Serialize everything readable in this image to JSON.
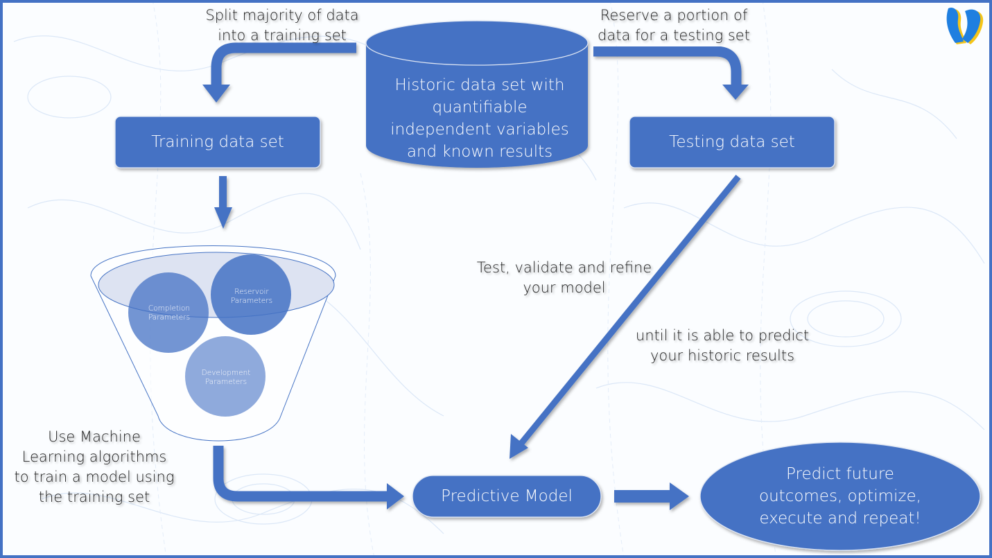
{
  "colors": {
    "primary": "#4472c4",
    "light": "#8faadc",
    "border": "#4472c4",
    "text": "#222222",
    "white": "#ffffff"
  },
  "logo": {
    "icon": "company-logo-icon"
  },
  "cylinder": {
    "text": "Historic data set with\nquantifiable\nindependent variables\nand known results"
  },
  "training_box": {
    "text": "Training data set"
  },
  "testing_box": {
    "text": "Testing data set"
  },
  "split_label": "Split majority of data\ninto a training set",
  "reserve_label": "Reserve a portion of\ndata for a testing set",
  "funnel": {
    "circles": [
      {
        "text": "Completion\nParameters"
      },
      {
        "text": "Reservoir\nParameters"
      },
      {
        "text": "Development\nParameters"
      }
    ]
  },
  "ml_label": "Use Machine\nLearning algorithms\nto train a model using\nthe training set",
  "test_label": "Test, validate and refine\nyour model",
  "until_label": "until it is able to predict\nyour historic results",
  "predictive_model": {
    "text": "Predictive Model"
  },
  "predict_future": {
    "text": "Predict future\noutcomes, optimize,\nexecute and repeat!"
  }
}
